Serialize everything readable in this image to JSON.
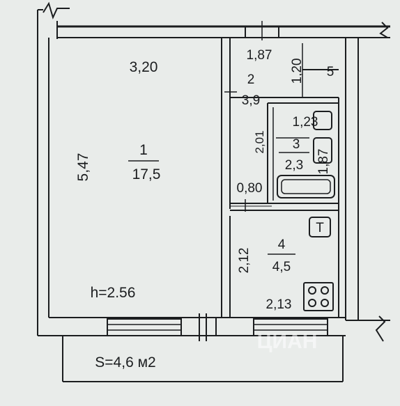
{
  "rooms": [
    {
      "number": "1",
      "area": "17,5"
    },
    {
      "number": "2",
      "area": "3,9"
    },
    {
      "number": "3",
      "area": "2,3"
    },
    {
      "number": "4",
      "area": "4,5"
    }
  ],
  "dimensions": {
    "room1_width": "3,20",
    "room1_length": "5,47",
    "room2_width": "1,87",
    "room2_depth": "1,20",
    "closet": "5",
    "bath_length": "2,01",
    "bath_sink": "1,23",
    "bath_tub": "1,87",
    "bath_door": "0,80",
    "kitchen_length": "2,12",
    "kitchen_width": "2,13"
  },
  "labels": {
    "ceiling_height": "h=2.56",
    "balcony_area": "S=4,6 м2",
    "kitchen_appliance": "Т",
    "watermark": "ЦИАН"
  },
  "colors": {
    "ink": "#1b1d1f",
    "paper": "#e9ecea"
  }
}
